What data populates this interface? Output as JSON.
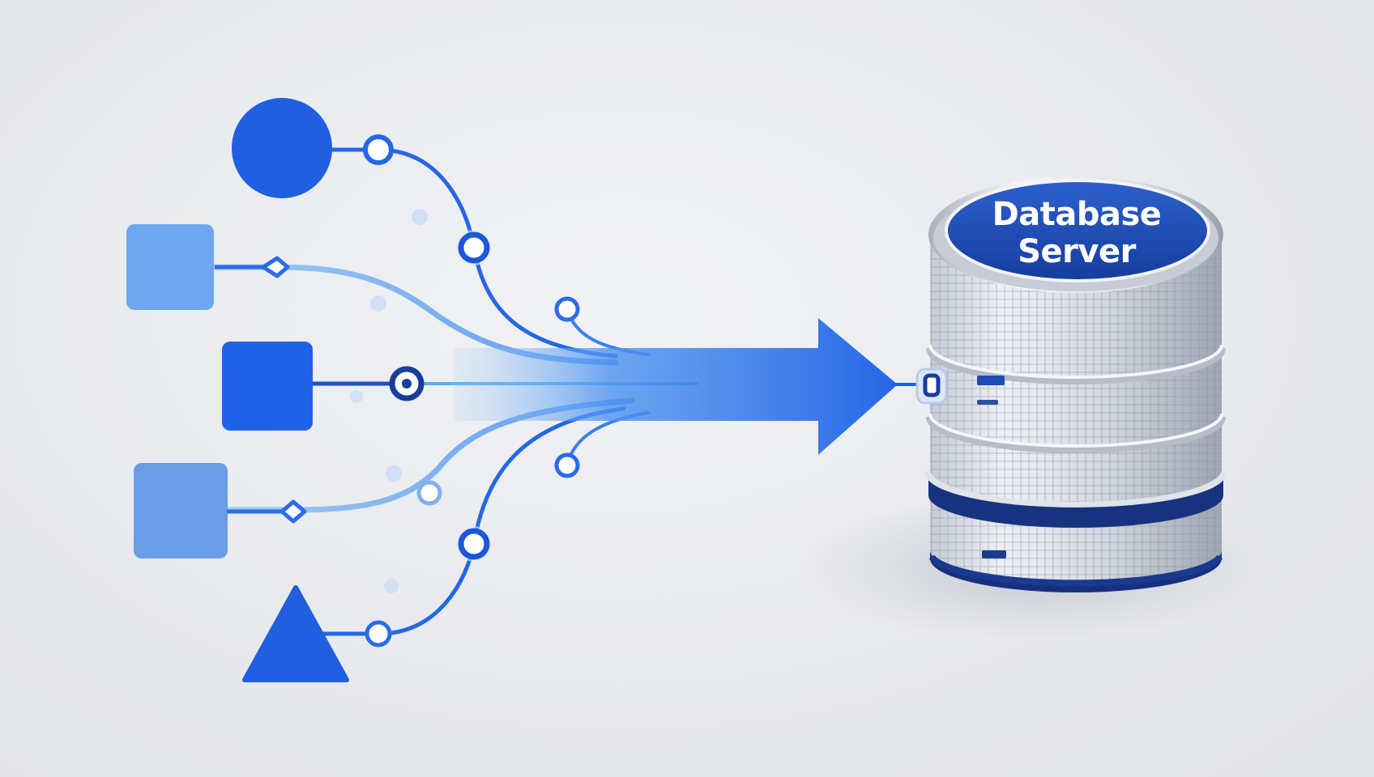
{
  "database": {
    "label_line1": "Database",
    "label_line2": "Server"
  },
  "sources": [
    {
      "shape": "circle"
    },
    {
      "shape": "square"
    },
    {
      "shape": "square"
    },
    {
      "shape": "square"
    },
    {
      "shape": "triangle"
    }
  ],
  "colors": {
    "primary_blue": "#1f5fe0",
    "light_blue": "#7fb0f0",
    "navy": "#173e9a",
    "background": "#e9eaed"
  }
}
